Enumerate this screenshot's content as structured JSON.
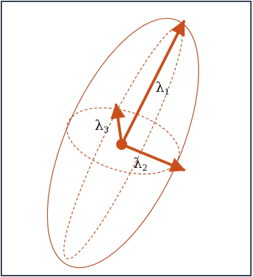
{
  "labels": {
    "lambda1": {
      "base": "λ",
      "sub": "1"
    },
    "lambda2": {
      "base": "λ",
      "sub": "2"
    },
    "lambda3": {
      "base": "λ",
      "sub": "3"
    }
  },
  "colors": {
    "border": "#2f3f4f",
    "ellipse": "#b24c1f",
    "arrow": "#c9501c",
    "text": "#111111",
    "background": "#ffffff"
  }
}
